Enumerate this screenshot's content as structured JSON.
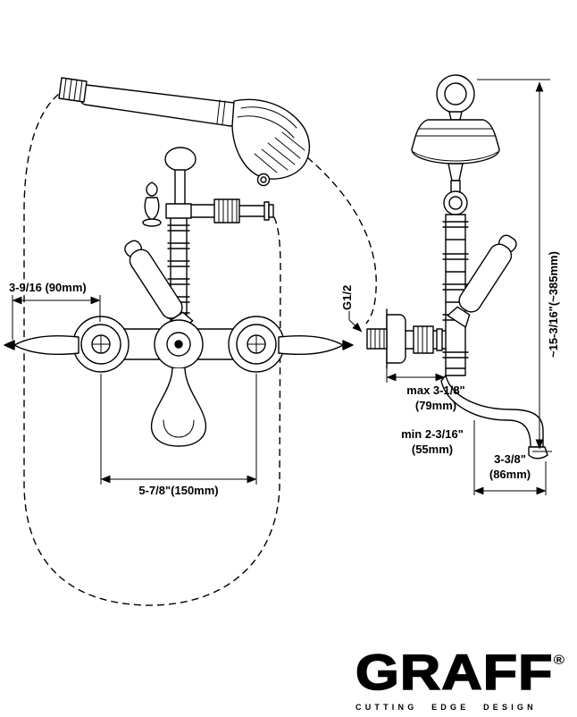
{
  "front_view": {
    "dim_handle_span": "3-9/16 (90mm)",
    "dim_valve_centers": "5-7/8\"(150mm)"
  },
  "side_view": {
    "dim_thread": "G1/2",
    "dim_total_height": "~15-3/16\"(~385mm)",
    "dim_max_depth_line1": "max 3-1/8\"",
    "dim_max_depth_line2": "(79mm)",
    "dim_min_depth_line1": "min 2-3/16\"",
    "dim_min_depth_line2": "(55mm)",
    "dim_spout_reach_line1": "3-3/8\"",
    "dim_spout_reach_line2": "(86mm)"
  },
  "brand": {
    "name": "GRAFF",
    "registered": "®",
    "tagline": "CUTTING EDGE DESIGN"
  }
}
